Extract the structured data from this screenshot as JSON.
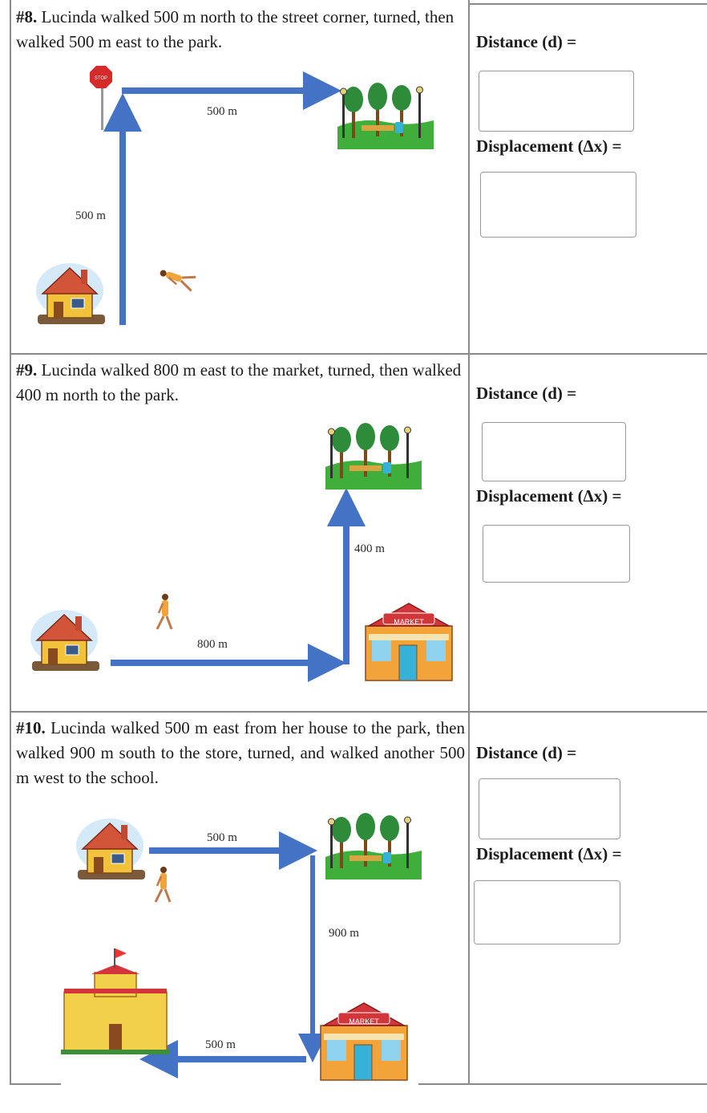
{
  "problems": [
    {
      "number": "#8.",
      "text": " Lucinda walked 500 m north to the street corner, turned, then walked 500 m east to the park.",
      "distance_label": "Distance (d) =",
      "displacement_label": "Displacement (Δx) =",
      "segments": [
        "500 m",
        "500 m"
      ],
      "sign_text": "STOP"
    },
    {
      "number": "#9.",
      "text": " Lucinda walked 800 m east to the market, turned, then walked 400 m north to the park.",
      "distance_label": "Distance (d) =",
      "displacement_label": "Displacement (Δx) =",
      "segments": [
        "800 m",
        "400 m"
      ],
      "market_sign": "MARKET"
    },
    {
      "number": "#10.",
      "text": " Lucinda walked 500 m east from her house to the park, then walked 900 m south to the store, turned, and walked another 500 m west to the school.",
      "distance_label": "Distance (d) =",
      "displacement_label": "Displacement (Δx) =",
      "segments": [
        "500 m",
        "900 m",
        "500 m"
      ],
      "market_sign": "MARKET"
    }
  ],
  "colors": {
    "arrow": "#4472c4",
    "grid": "#8a8a8a"
  }
}
